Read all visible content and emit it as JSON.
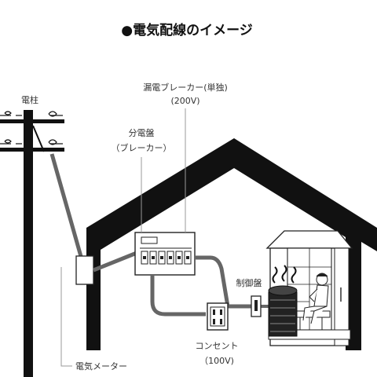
{
  "title": "●電気配線のイメージ",
  "labels": {
    "pole": "電柱",
    "breaker_main": "漏電ブレーカー(単独)",
    "breaker_voltage": "(200V)",
    "panel": "分電盤",
    "panel_sub": "（ブレーカー）",
    "control": "制御盤",
    "outlet": "コンセント",
    "outlet_voltage": "（100V)",
    "meter": "電気メーター"
  },
  "colors": {
    "house": "#111111",
    "wire": "#666666",
    "leader": "#999999",
    "line": "#222222"
  },
  "icons": [
    "utility-pole-icon",
    "meter-box-icon",
    "distribution-panel-icon",
    "outlet-icon",
    "control-panel-icon",
    "sauna-room-icon",
    "person-icon",
    "steam-icon"
  ]
}
